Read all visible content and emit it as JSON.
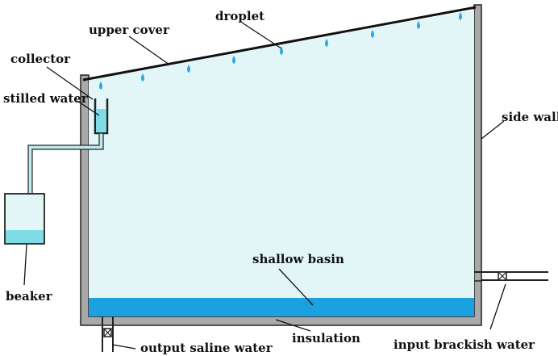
{
  "colors": {
    "wall_fill": "#a9a9a9",
    "wall_stroke": "#222222",
    "chamber_fill": "#e2f6f8",
    "water_fill": "#1ba1e2",
    "droplet_fill": "#29a9e0",
    "collector_water": "#7fdbe5",
    "pipe_fill": "#bfe8f1",
    "beaker_fill": "#e2f6f8",
    "beaker_water": "#7fdbe5",
    "line": "#111111",
    "text": "#111111"
  },
  "labels": {
    "upper_cover": "upper cover",
    "droplet": "droplet",
    "collector": "collector",
    "stilled_water": "stilled water",
    "side_wall": "side wall",
    "shallow_basin": "shallow basin",
    "beaker": "beaker",
    "insulation": "insulation",
    "output_saline_water": "output saline water",
    "input_brackish_water": "input brackish water"
  },
  "droplet_count": 9
}
